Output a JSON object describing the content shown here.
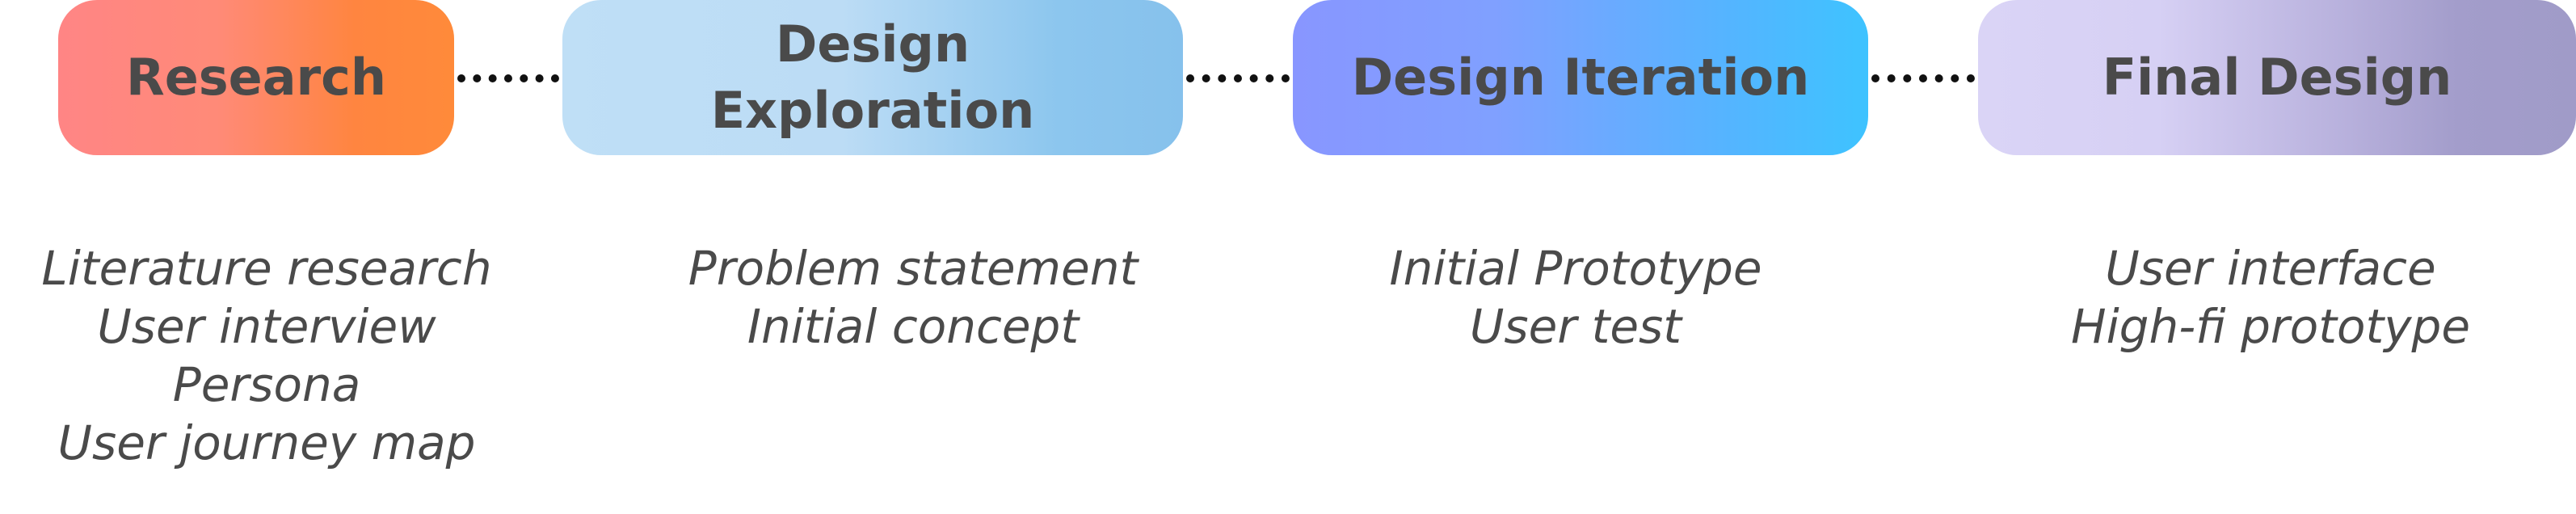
{
  "stages": [
    {
      "title_lines": [
        "Research"
      ],
      "details": [
        "Literature research",
        "User interview",
        "Persona",
        "User journey map"
      ]
    },
    {
      "title_lines": [
        "Design",
        "Exploration"
      ],
      "details": [
        "Problem statement",
        "Initial concept"
      ]
    },
    {
      "title_lines": [
        "Design Iteration"
      ],
      "details": [
        "Initial Prototype",
        "User test"
      ]
    },
    {
      "title_lines": [
        "Final Design"
      ],
      "details": [
        "User interface",
        "High-fi prototype"
      ]
    }
  ],
  "colors": {
    "text": "#4a4a4a",
    "connector": "#111111",
    "research_gradient": [
      "#ff8585",
      "#ff8a3a"
    ],
    "exploration_gradient": [
      "#bfdff6",
      "#86c1ec"
    ],
    "iteration_gradient": [
      "#8896ff",
      "#3ec3ff"
    ],
    "final_gradient": [
      "#dad4f6",
      "#a09bc8"
    ]
  }
}
